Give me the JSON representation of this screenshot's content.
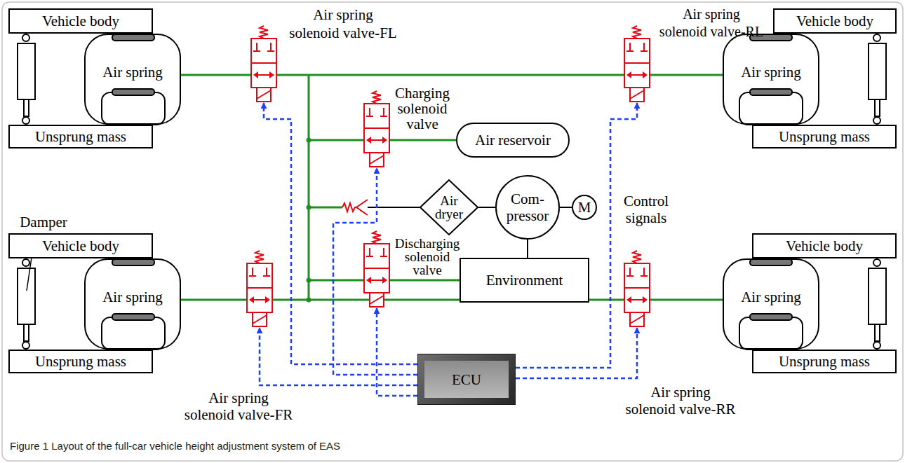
{
  "diagram": {
    "caption": "Figure 1 Layout of the full-car vehicle height adjustment system of EAS",
    "nodes": [
      {
        "text": [
          "Vehicle body"
        ]
      },
      {
        "text": [
          "Air spring"
        ]
      },
      {
        "text": [
          "Unsprung mass"
        ]
      },
      {
        "text": [
          "Vehicle body"
        ]
      },
      {
        "text": [
          "Air spring"
        ]
      },
      {
        "text": [
          "Unsprung mass"
        ]
      },
      {
        "text": [
          "Air reservoir"
        ]
      },
      {
        "text": [
          "Air dryer"
        ]
      },
      {
        "text": [
          "Com- pressor"
        ]
      },
      {
        "text": [
          "M"
        ]
      },
      {
        "text": [
          "Environment"
        ]
      },
      {
        "text": [
          "Vehicle body"
        ]
      },
      {
        "text": [
          "Air spring"
        ]
      },
      {
        "text": [
          "Unsprung mass"
        ]
      },
      {
        "text": [
          "Vehicle body"
        ]
      },
      {
        "text": [
          "Air spring"
        ]
      },
      {
        "text": [
          "Unsprung mass"
        ]
      },
      {
        "text": [
          "ECU"
        ]
      }
    ],
    "edges": [
      {
        "from": 7,
        "to": 8,
        "arrow": "none"
      },
      {
        "from": 8,
        "to": 9,
        "arrow": "none"
      },
      {
        "from": 8,
        "to": 10,
        "arrow": "none"
      }
    ],
    "labels": [
      "Air spring solenoid valve-FL",
      "Air spring solenoid valve-RL",
      "Charging solenoid valve",
      "Control signals",
      "Damper",
      "Discharging solenoid valve",
      "Air spring solenoid valve-FR",
      "Air spring solenoid valve-RR"
    ]
  }
}
